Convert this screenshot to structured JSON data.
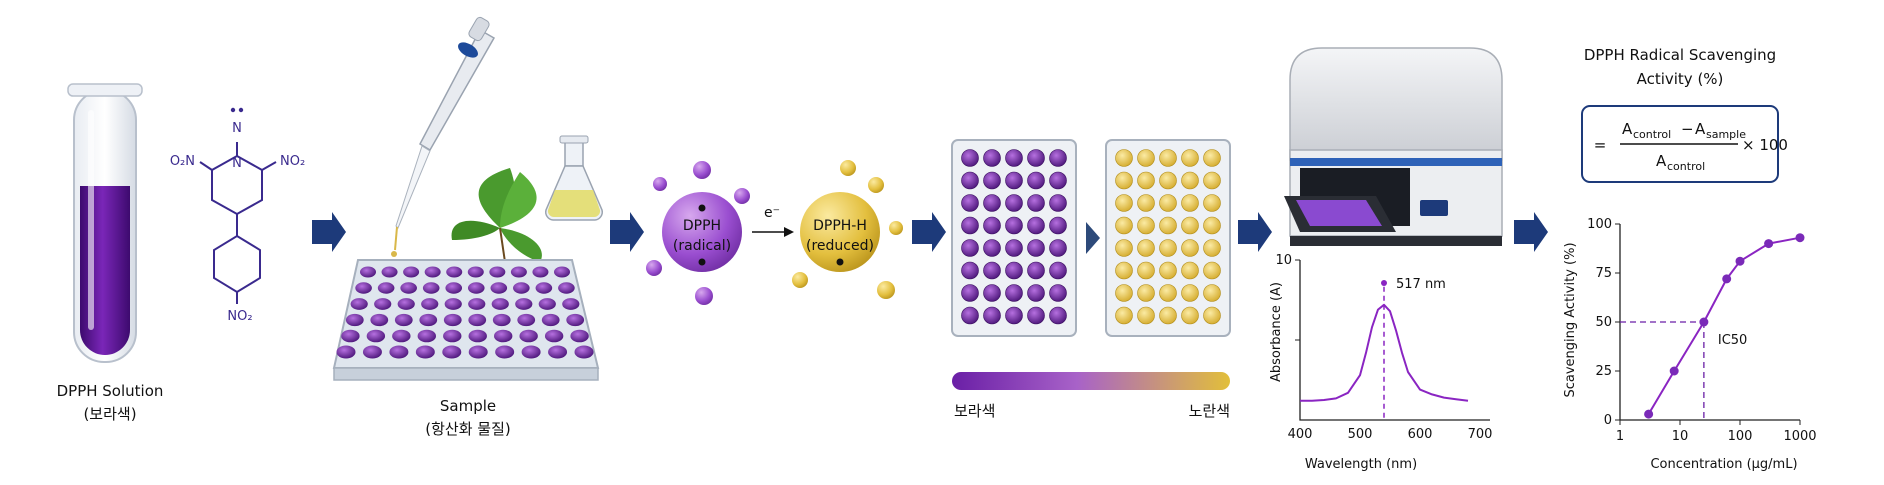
{
  "tube": {
    "label": "DPPH Solution",
    "sublabel": "(보라색)"
  },
  "molecule": {
    "top": "N",
    "ring_n": "N",
    "left_group": "O₂N",
    "right_group": "NO₂",
    "bottom_group": "NO₂"
  },
  "sample": {
    "label": "Sample",
    "sublabel": "(항산화 물질)"
  },
  "reaction": {
    "dpph_name": "DPPH",
    "dpph_state": "(radical)",
    "electron": "e⁻",
    "dpphh_name": "DPPH-H",
    "dpphh_state": "(reduced)"
  },
  "gradient": {
    "left_label": "보라색",
    "right_label": "노란색"
  },
  "formula": {
    "title_line1": "DPPH Radical Scavenging",
    "title_line2": "Activity (%)",
    "equals": "=",
    "numerator_a": "A",
    "numerator_a_sub": "control",
    "minus": "−",
    "numerator_b": "A",
    "numerator_b_sub": "sample",
    "denominator": "A",
    "denominator_sub": "control",
    "times": "× 100"
  },
  "colors": {
    "purple": "#6a1fa6",
    "yellow": "#e2bf3a",
    "arrow": "#1d3a7a",
    "curve": "#8a25c2"
  },
  "spectrum_chart": {
    "type": "line",
    "xlabel": "Wavelength (nm)",
    "ylabel": "Absorbance (A)",
    "x_ticks": [
      "400",
      "500",
      "600",
      "700"
    ],
    "y_ticks": [
      "10"
    ],
    "peak_label": "517 nm",
    "xlim": [
      400,
      700
    ],
    "ylim": [
      0,
      10
    ],
    "x": [
      400,
      420,
      440,
      460,
      480,
      500,
      510,
      520,
      530,
      540,
      550,
      560,
      570,
      580,
      600,
      620,
      640,
      660,
      680
    ],
    "y": [
      1.2,
      1.2,
      1.25,
      1.35,
      1.7,
      2.8,
      4.2,
      5.8,
      6.9,
      7.2,
      6.8,
      5.6,
      4.2,
      3.0,
      1.9,
      1.6,
      1.4,
      1.3,
      1.2
    ]
  },
  "chart_data": {
    "type": "line",
    "xlabel": "Concentration (μg/mL)",
    "ylabel": "Scavenging Activity (%)",
    "x_ticks": [
      "1",
      "10",
      "100",
      "1000"
    ],
    "y_ticks": [
      "0",
      "25",
      "50",
      "75",
      "100"
    ],
    "log_x": true,
    "xlim": [
      1,
      1000
    ],
    "ylim": [
      0,
      100
    ],
    "x": [
      3,
      8,
      25,
      60,
      100,
      300,
      1000
    ],
    "y": [
      3,
      25,
      50,
      72,
      81,
      90,
      93
    ],
    "annotation": "IC50",
    "ic50_x": 25,
    "ic50_y": 50
  }
}
